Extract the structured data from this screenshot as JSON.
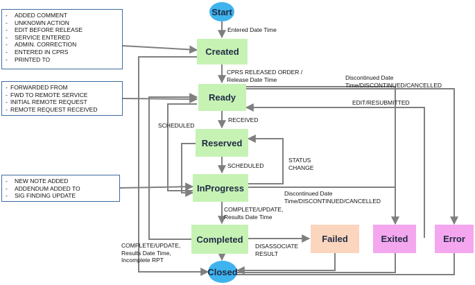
{
  "states": {
    "start": "Start",
    "created": "Created",
    "ready": "Ready",
    "reserved": "Reserved",
    "inprogress": "InProgress",
    "completed": "Completed",
    "failed": "Failed",
    "exited": "Exited",
    "error": "Error",
    "closed": "Closed"
  },
  "transitions": {
    "entered_date_time": "Entered Date Time",
    "cprs_released_1": "CPRS RELEASED ORDER /",
    "cprs_released_2": "Release Date Time",
    "received": "RECEIVED",
    "scheduled_left": "SCHEDULED",
    "scheduled": "SCHEDULED",
    "status_change_1": "STATUS",
    "status_change_2": "CHANGE",
    "complete_update_1": "COMPLETE/UPDATE,",
    "complete_update_2": "Results Date Time",
    "complete_bottom_1": "COMPLETE/UPDATE,",
    "complete_bottom_2": "Results Date Time,",
    "complete_bottom_3": "Incomplete RPT",
    "disassociate_1": "DISASSOCIATE",
    "disassociate_2": "RESULT",
    "discontinued_top_1": "Discontinued Date",
    "discontinued_top_2": "Time/DISCONTINUED/CANCELLED",
    "discontinued_mid_1": "Discontinued Date",
    "discontinued_mid_2": "Time/DISCONTINUED/CANCELLED",
    "edit_resubmitted": "EDIT/RESUBMITTED"
  },
  "notes": {
    "created_actions": [
      "ADDED COMMENT",
      "UNKNOWN ACTION",
      "EDIT BEFORE RELEASE",
      "SERVICE ENTERED",
      "ADMIN. CORRECTION",
      "ENTERED IN CPRS",
      "PRINTED TO"
    ],
    "ready_actions": [
      "FORWARDED FROM",
      "FWD TO REMOTE SERVICE",
      "INITIAL REMOTE REQUEST",
      "REMOTE REQUEST RECEIVED"
    ],
    "inprogress_actions": [
      "NEW NOTE ADDED",
      "ADDENDUM ADDED TO",
      "SIG FINDING UPDATE"
    ]
  },
  "colors": {
    "state_green": "#c6f2b4",
    "failed": "#fbd5bd",
    "exited_error": "#f4a7ef",
    "start_closed": "#3fb3ee",
    "arrow": "#7f7f7f",
    "note_border": "#3c6aa0"
  }
}
